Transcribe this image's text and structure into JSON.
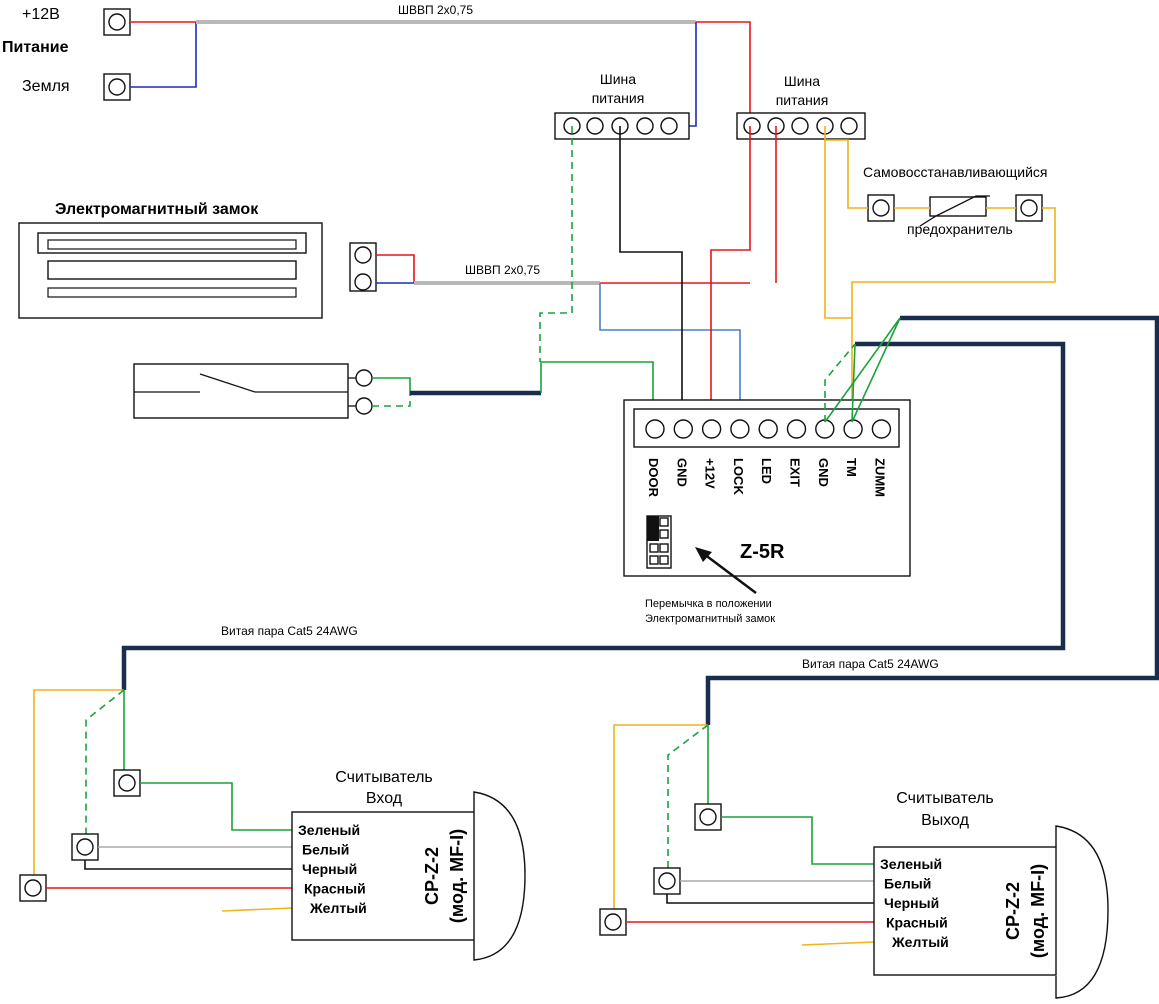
{
  "power": {
    "plus12": "+12В",
    "title": "Питание",
    "ground": "Земля"
  },
  "cables": {
    "shvvp_top": "ШВВП 2х0,75",
    "shvvp_lock": "ШВВП 2х0,75",
    "twisted_left": "Витая пара Cat5 24AWG",
    "twisted_right": "Витая пара Cat5 24AWG"
  },
  "bus_left": {
    "line1": "Шина",
    "line2": "питания"
  },
  "bus_right": {
    "line1": "Шина",
    "line2": "питания"
  },
  "fuse": {
    "line1": "Самовосстанавливающийся",
    "line2": "предохранитель"
  },
  "lock": {
    "title": "Электромагнитный замок"
  },
  "controller": {
    "name": "Z-5R",
    "terminals": [
      "DOOR",
      "GND",
      "+12V",
      "LOCK",
      "LED",
      "EXIT",
      "GND",
      "TM",
      "ZUMM"
    ],
    "jumper_note_line1": "Перемычка в положении",
    "jumper_note_line2": "Электромагнитный замок"
  },
  "reader_in": {
    "title_line1": "Считыватель",
    "title_line2": "Вход",
    "model_line1": "CP-Z-2",
    "model_line2": "(мод. MF-I)",
    "wires": [
      "Зеленый",
      "Белый",
      "Черный",
      "Красный",
      "Желтый"
    ]
  },
  "reader_out": {
    "title_line1": "Считыватель",
    "title_line2": "Выход",
    "model_line1": "CP-Z-2",
    "model_line2": "(мод. MF-I)",
    "wires": [
      "Зеленый",
      "Белый",
      "Черный",
      "Красный",
      "Желтый"
    ]
  },
  "colors": {
    "red": "#e4161b",
    "blue": "#1a2fb8",
    "green": "#1aa33a",
    "yellow": "#f2b21b",
    "black": "#111111",
    "navy_cable": "#1b2d4f",
    "gray_cable": "#b8b8b8"
  }
}
